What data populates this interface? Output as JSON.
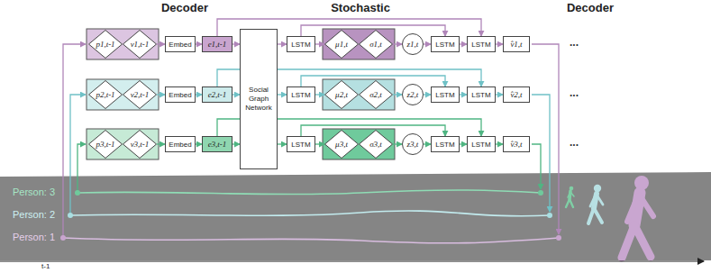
{
  "diagram": {
    "nodes": [
      {
        "text": [
          "p1,t-1"
        ]
      },
      {
        "text": [
          "v1,t-1"
        ]
      },
      {
        "text": [
          "Embed"
        ]
      },
      {
        "text": [
          "e1,t-1"
        ]
      },
      {
        "text": [
          "Social Graph Network"
        ]
      },
      {
        "text": [
          "LSTM"
        ]
      },
      {
        "text": [
          "μ1,t"
        ]
      },
      {
        "text": [
          "σ1,t"
        ]
      },
      {
        "text": [
          "z1,t"
        ]
      },
      {
        "text": [
          "LSTM"
        ]
      },
      {
        "text": [
          "LSTM"
        ]
      },
      {
        "text": [
          "v̂1,t"
        ]
      },
      {
        "text": [
          "p2,t-1"
        ]
      },
      {
        "text": [
          "v2,t-1"
        ]
      },
      {
        "text": [
          "Embed"
        ]
      },
      {
        "text": [
          "e2,t-1"
        ]
      },
      {
        "text": [
          "LSTM"
        ]
      },
      {
        "text": [
          "μ2,t"
        ]
      },
      {
        "text": [
          "σ2,t"
        ]
      },
      {
        "text": [
          "z2,t"
        ]
      },
      {
        "text": [
          "LSTM"
        ]
      },
      {
        "text": [
          "LSTM"
        ]
      },
      {
        "text": [
          "v̂2,t"
        ]
      },
      {
        "text": [
          "p3,t-1"
        ]
      },
      {
        "text": [
          "v3,t-1"
        ]
      },
      {
        "text": [
          "Embed"
        ]
      },
      {
        "text": [
          "e3,t-1"
        ]
      },
      {
        "text": [
          "LSTM"
        ]
      },
      {
        "text": [
          "μ3,t"
        ]
      },
      {
        "text": [
          "σ3,t"
        ]
      },
      {
        "text": [
          "z3,t"
        ]
      },
      {
        "text": [
          "LSTM"
        ]
      },
      {
        "text": [
          "LSTM"
        ]
      },
      {
        "text": [
          "v̂3,t"
        ]
      }
    ],
    "edges": [
      {
        "from": 1,
        "to": 2,
        "arrow": "to"
      },
      {
        "from": 2,
        "to": 3,
        "arrow": "to"
      },
      {
        "from": 3,
        "to": 4,
        "arrow": "to"
      },
      {
        "from": 4,
        "to": 5,
        "arrow": "to"
      },
      {
        "from": 5,
        "to": 6,
        "arrow": "to"
      },
      {
        "from": 7,
        "to": 8,
        "arrow": "to"
      },
      {
        "from": 8,
        "to": 9,
        "arrow": "to"
      },
      {
        "from": 9,
        "to": 10,
        "arrow": "to"
      },
      {
        "from": 10,
        "to": 11,
        "arrow": "to"
      },
      {
        "from": 5,
        "to": 9,
        "arrow": "to"
      },
      {
        "from": 3,
        "to": 10,
        "arrow": "to"
      },
      {
        "from": 13,
        "to": 14,
        "arrow": "to"
      },
      {
        "from": 14,
        "to": 15,
        "arrow": "to"
      },
      {
        "from": 15,
        "to": 4,
        "arrow": "to"
      },
      {
        "from": 4,
        "to": 16,
        "arrow": "to"
      },
      {
        "from": 16,
        "to": 17,
        "arrow": "to"
      },
      {
        "from": 18,
        "to": 19,
        "arrow": "to"
      },
      {
        "from": 19,
        "to": 20,
        "arrow": "to"
      },
      {
        "from": 20,
        "to": 21,
        "arrow": "to"
      },
      {
        "from": 21,
        "to": 22,
        "arrow": "to"
      },
      {
        "from": 16,
        "to": 20,
        "arrow": "to"
      },
      {
        "from": 15,
        "to": 21,
        "arrow": "to"
      },
      {
        "from": 24,
        "to": 25,
        "arrow": "to"
      },
      {
        "from": 25,
        "to": 26,
        "arrow": "to"
      },
      {
        "from": 26,
        "to": 4,
        "arrow": "to"
      },
      {
        "from": 4,
        "to": 27,
        "arrow": "to"
      },
      {
        "from": 27,
        "to": 28,
        "arrow": "to"
      },
      {
        "from": 29,
        "to": 30,
        "arrow": "to"
      },
      {
        "from": 30,
        "to": 31,
        "arrow": "to"
      },
      {
        "from": 31,
        "to": 32,
        "arrow": "to"
      },
      {
        "from": 32,
        "to": 33,
        "arrow": "to"
      },
      {
        "from": 27,
        "to": 31,
        "arrow": "to"
      },
      {
        "from": 26,
        "to": 32,
        "arrow": "to"
      }
    ],
    "labels": [
      "Decoder",
      "Stochastic",
      "Decoder",
      "Person: 3",
      "Person: 2",
      "Person: 1",
      "t-1",
      "...",
      "...",
      "..."
    ]
  }
}
